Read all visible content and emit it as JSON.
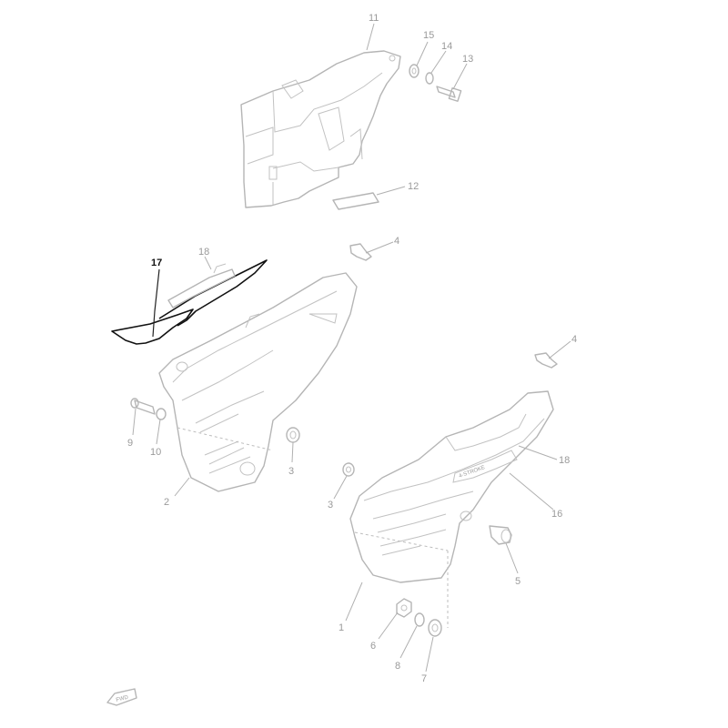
{
  "diagram": {
    "highlighted_part": "17",
    "callouts": [
      {
        "id": "c11",
        "label": "11"
      },
      {
        "id": "c15",
        "label": "15"
      },
      {
        "id": "c14",
        "label": "14"
      },
      {
        "id": "c13",
        "label": "13"
      },
      {
        "id": "c12",
        "label": "12"
      },
      {
        "id": "c17",
        "label": "17"
      },
      {
        "id": "c18a",
        "label": "18"
      },
      {
        "id": "c4a",
        "label": "4"
      },
      {
        "id": "c4b",
        "label": "4"
      },
      {
        "id": "c9",
        "label": "9"
      },
      {
        "id": "c10",
        "label": "10"
      },
      {
        "id": "c3a",
        "label": "3"
      },
      {
        "id": "c2",
        "label": "2"
      },
      {
        "id": "c18b",
        "label": "18"
      },
      {
        "id": "c16",
        "label": "16"
      },
      {
        "id": "c3b",
        "label": "3"
      },
      {
        "id": "c5",
        "label": "5"
      },
      {
        "id": "c1",
        "label": "1"
      },
      {
        "id": "c6",
        "label": "6"
      },
      {
        "id": "c8",
        "label": "8"
      },
      {
        "id": "c7",
        "label": "7"
      }
    ],
    "fwd_label": "FWD",
    "emblem_text": "4-STROKE",
    "colors": {
      "line": "#b5b5b5",
      "text": "#9a9a9a",
      "highlight": "#111111"
    }
  }
}
